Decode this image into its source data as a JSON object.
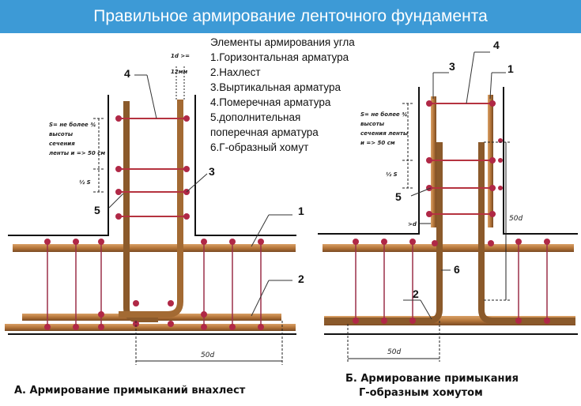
{
  "title": "Правильное армирование ленточного фундамента",
  "legend": {
    "heading": "Элементы армирования угла",
    "items": [
      "1.Горизонтальная арматура",
      "2.Нахлест",
      "3.Выртикальная арматура",
      "4.Померечная арматура",
      "5.дополнительная",
      "поперечная арматура",
      "6.Г-образный хомут"
    ]
  },
  "left": {
    "caption": "А. Армирование примыканий внахлест",
    "s_note": [
      "S= не более ¾",
      "высоты",
      "сечения",
      "ленты и => 50 см"
    ],
    "half_s": "½ S",
    "overlap_note": [
      "1d >=",
      "12мм"
    ],
    "dim_50d": "50d",
    "labels": {
      "n1": "1",
      "n2": "2",
      "n3": "3",
      "n4": "4",
      "n5": "5"
    }
  },
  "right": {
    "caption_line1": "Б. Армирование примыкания",
    "caption_line2": "Г-образным хомутом",
    "s_note": [
      "S= не более ¾",
      "высоты",
      "сечения ленты",
      "и => 50 см"
    ],
    "half_s": "½ S",
    "gap_note": ">d",
    "dim_50d_vert": "50d",
    "dim_50d": "50d",
    "labels": {
      "n1": "1",
      "n2": "2",
      "n3": "3",
      "n4": "4",
      "n5": "5",
      "n6": "6"
    }
  },
  "colors": {
    "banner": "#3d9ad6",
    "rebar": "#b5763a",
    "rebar_dark": "#7a4a22",
    "joint": "#b02846"
  }
}
